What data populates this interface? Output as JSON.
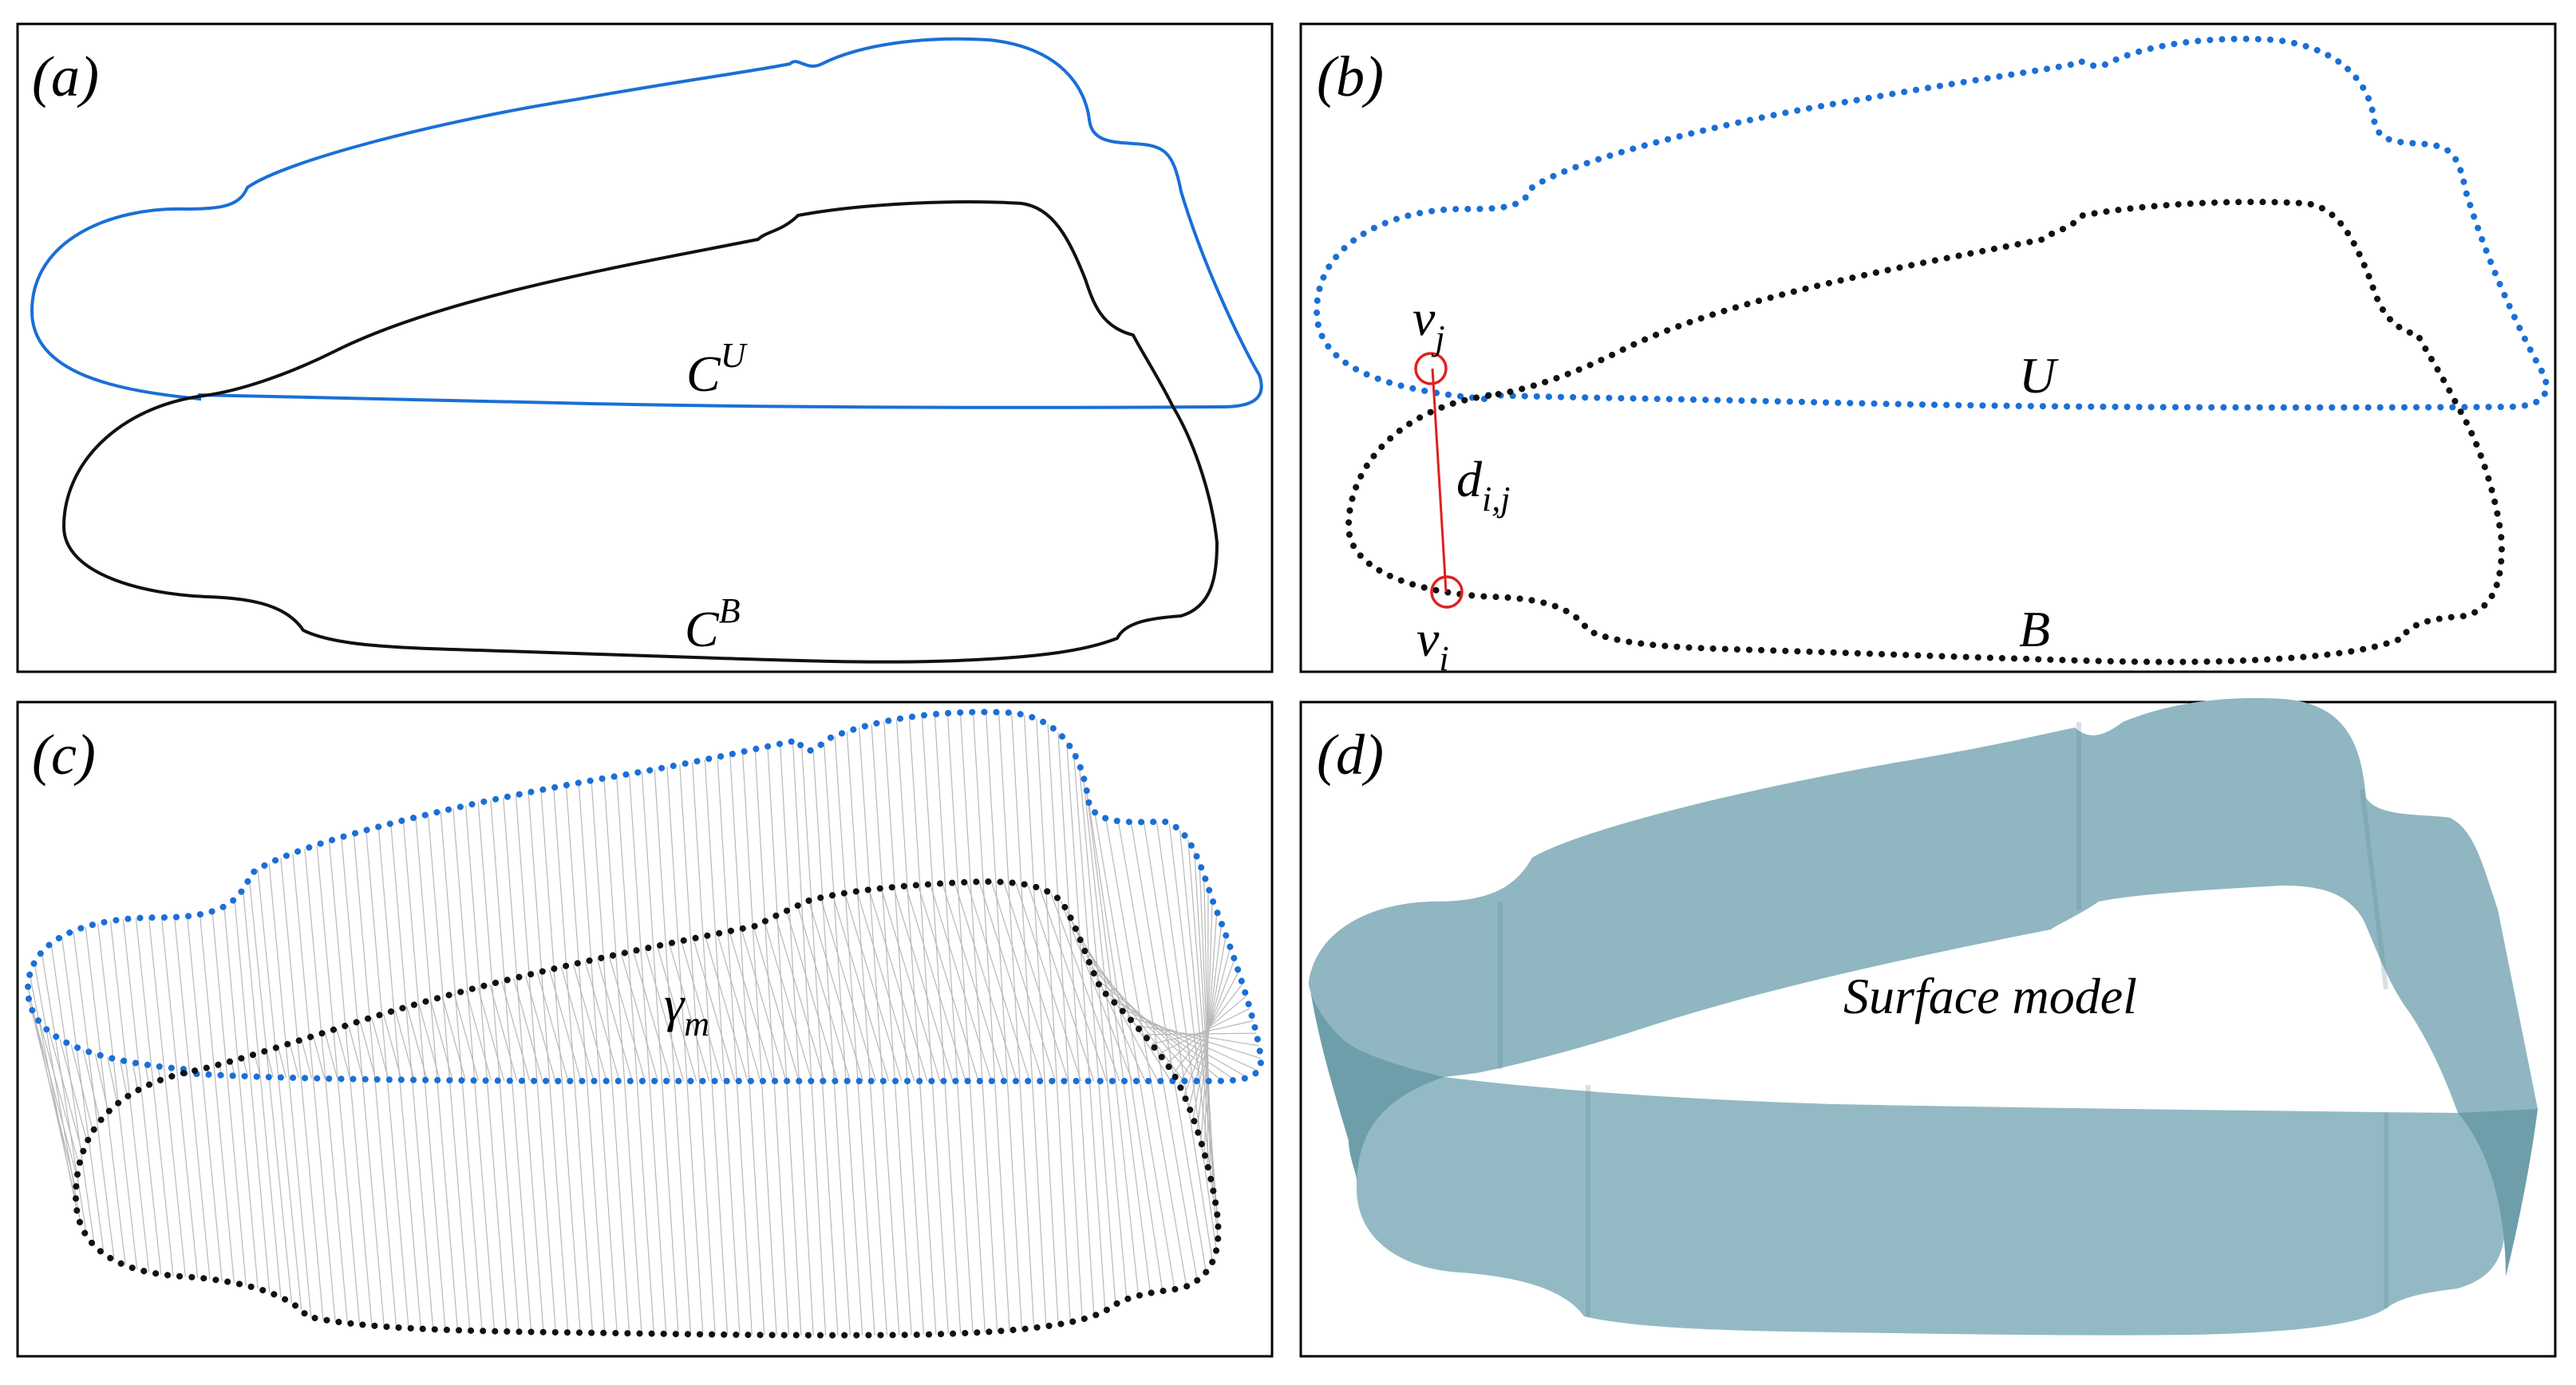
{
  "colors": {
    "upper": "#1a6fd6",
    "lower": "#111111",
    "marker": "#e02020",
    "strings": "#b8b8b8",
    "surface": "#8fb6c1"
  },
  "panels": [
    {
      "id": "a",
      "label": "(a)",
      "upper_label": "C",
      "upper_sup": "U",
      "lower_label": "C",
      "lower_sup": "B"
    },
    {
      "id": "b",
      "label": "(b)",
      "upper_label": "U",
      "lower_label": "B",
      "vj": "v",
      "vj_sub": "j",
      "vi": "v",
      "vi_sub": "i",
      "dist": "d",
      "dist_sub": "i,j"
    },
    {
      "id": "c",
      "label": "(c)",
      "gamma": "γ",
      "gamma_sub": "m"
    },
    {
      "id": "d",
      "label": "(d)",
      "surface_label": "Surface model"
    }
  ]
}
